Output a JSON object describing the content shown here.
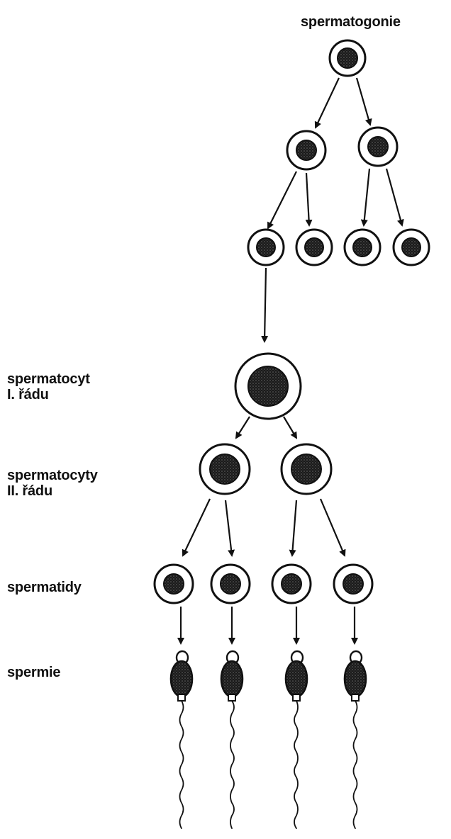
{
  "labels": {
    "spermatogonie": "spermatogonie",
    "spermatocyt_i_line1": "spermatocyt",
    "spermatocyt_i_line2": "I. řádu",
    "spermatocyty_ii_line1": "spermatocyty",
    "spermatocyty_ii_line2": "II. řádu",
    "spermatidy": "spermatidy",
    "spermie": "spermie"
  },
  "stages": [
    {
      "name": "spermatogonie",
      "cell_count": 1
    },
    {
      "name": "spermatogonie",
      "cell_count": 2
    },
    {
      "name": "spermatogonie",
      "cell_count": 4
    },
    {
      "name": "spermatocyt I. řádu",
      "cell_count": 1
    },
    {
      "name": "spermatocyty II. řádu",
      "cell_count": 2
    },
    {
      "name": "spermatidy",
      "cell_count": 4
    },
    {
      "name": "spermie",
      "cell_count": 4
    }
  ],
  "colors": {
    "ink": "#111111",
    "nucleus": "#1a1a1a",
    "background": "#ffffff"
  }
}
